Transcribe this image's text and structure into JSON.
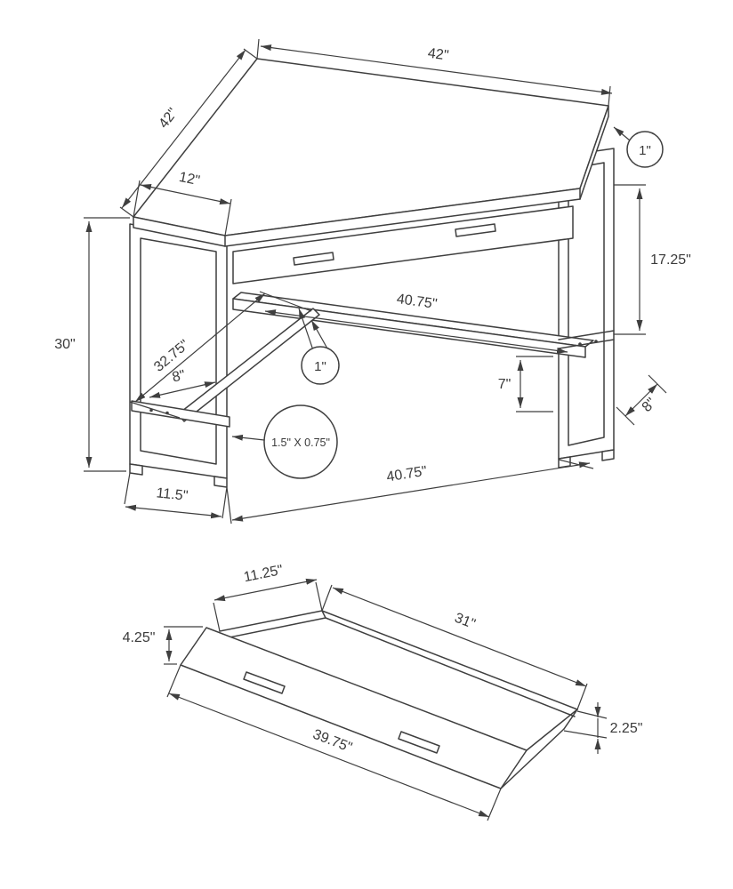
{
  "meta": {
    "background": "#ffffff",
    "line_color": "#3f3f3f",
    "text_color": "#3a3a3a",
    "drawing_type": "furniture dimension line drawing, corner computer desk with drawer"
  },
  "desk": {
    "name": "corner-desk-dimension-view",
    "labels": {
      "top_right_width": "42\"",
      "top_left_width": "42\"",
      "left_side_depth": "12\"",
      "top_thickness": "1\"",
      "leg_inner_height": "17.25\"",
      "overall_height": "30\"",
      "shelf_length": "40.75\"",
      "brace_length": "32.75\"",
      "side_shelf_depth": "8\"",
      "shelf_thickness": "1\"",
      "shelf_clearance": "7\"",
      "right_leg_depth": "8\"",
      "tube_size": "1.5\" X 0.75\"",
      "front_width": "40.75\"",
      "left_leg_depth": "11.5\""
    }
  },
  "drawer": {
    "name": "drawer-dimension-view",
    "labels": {
      "depth": "11.25\"",
      "inner_length": "31\"",
      "front_height": "4.25\"",
      "side_height": "2.25\"",
      "bottom_length": "39.75\""
    }
  }
}
